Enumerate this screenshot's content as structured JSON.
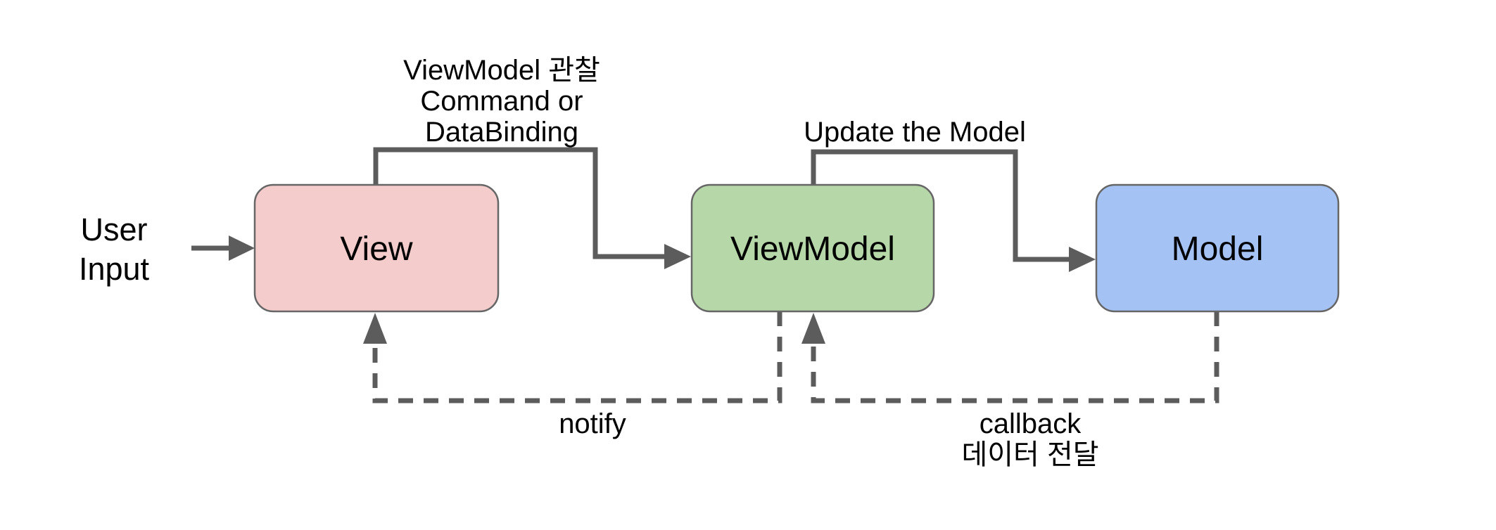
{
  "diagram": {
    "background": "#ffffff",
    "colors": {
      "connector": "#5c5c5c",
      "node_border": "#666666",
      "text": "#000000"
    },
    "input_label": {
      "line1": "User",
      "line2": "Input"
    },
    "nodes": [
      {
        "id": "view",
        "label": "View",
        "fill": "#f4cccc"
      },
      {
        "id": "viewmodel",
        "label": "ViewModel",
        "fill": "#b6d7a8"
      },
      {
        "id": "model",
        "label": "Model",
        "fill": "#a4c2f4"
      }
    ],
    "edge_labels": {
      "view_to_viewmodel": [
        "ViewModel 관찰",
        "Command or",
        "DataBinding"
      ],
      "viewmodel_to_model": [
        "Update the Model"
      ],
      "notify": [
        "notify"
      ],
      "callback": [
        "callback",
        "데이터 전달"
      ]
    }
  }
}
